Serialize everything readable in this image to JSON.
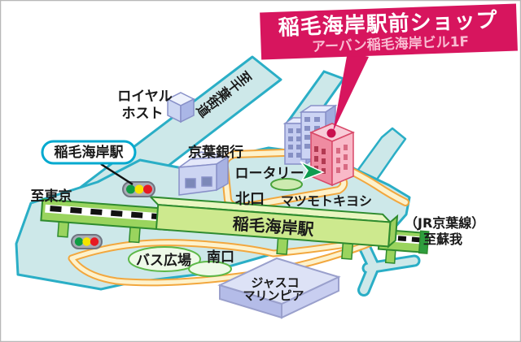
{
  "banner": {
    "title": "稲毛海岸駅前ショップ",
    "subtitle": "アーバン稲毛海岸ビル1F"
  },
  "map": {
    "stations": {
      "bubble_label": "稲毛海岸駅",
      "station_building_label": "稲毛海岸駅"
    },
    "roads": {
      "chiba_kaido": "至千葉街道",
      "to_tokyo": "至東京",
      "jr_line": "（JR京葉線）",
      "to_soga": "至蘇我",
      "rotary": "ロータリー",
      "north_exit": "北口",
      "south_exit": "南口",
      "bus_plaza": "バス広場"
    },
    "pois": {
      "royal_host_line1": "ロイヤル",
      "royal_host_line2": "ホスト",
      "keiyo_bank": "京葉銀行",
      "matsumoto_kiyoshi": "マツモトキヨシ",
      "jusco_line1": "ジャスコ",
      "jusco_line2": "マリンピア"
    },
    "colors": {
      "banner_pink": "#d7155e",
      "road_fill": "#cde8e9",
      "road_stroke": "#2aaec6",
      "rail_green": "#9ad45e",
      "rotary_fill": "#fdf2cc",
      "rotary_stroke": "#f2a73e",
      "target_building_pink": "#ef8ba1",
      "traffic_green": "#0f9c44",
      "traffic_yellow": "#f6e400",
      "traffic_red": "#e61a23"
    }
  }
}
